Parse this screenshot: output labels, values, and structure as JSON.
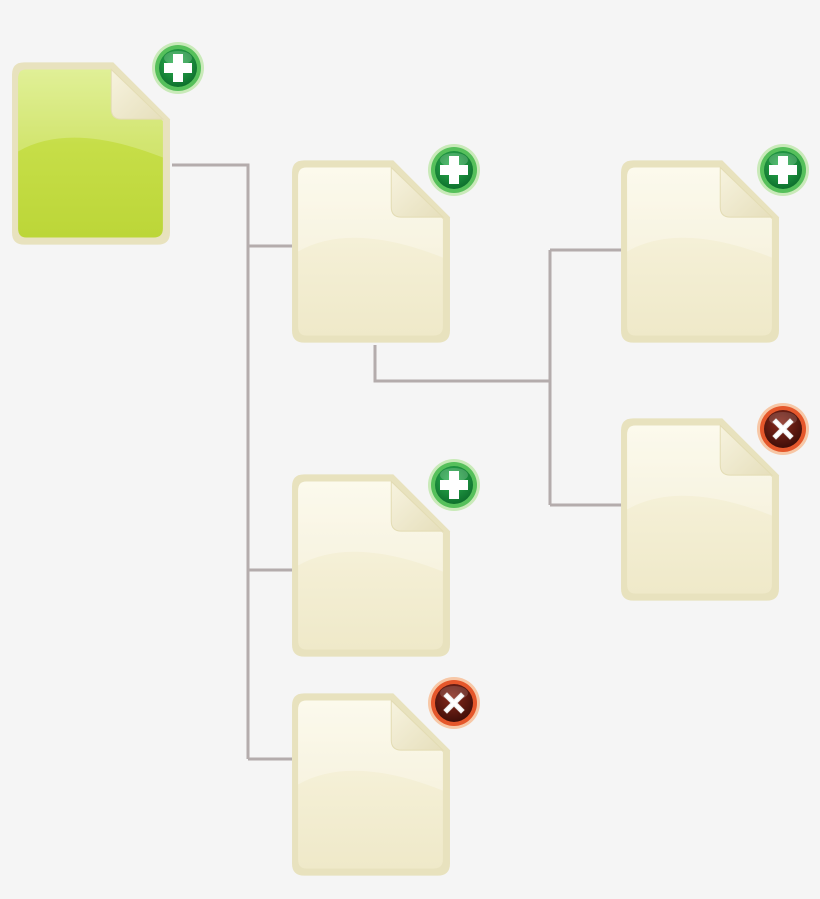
{
  "colors": {
    "background": "#f5f5f5",
    "connector": "#b4acac",
    "root_document": "#c3d941",
    "child_document": "#f0eacb",
    "document_border": "#e8e2be",
    "add_badge": "#1e9a3c",
    "remove_badge": "#e0552a"
  },
  "diagram": {
    "type": "document-tree",
    "nodes": [
      {
        "id": "root",
        "icon": "document-icon",
        "variant": "root",
        "parent": null,
        "badge": "add"
      },
      {
        "id": "child-1",
        "icon": "document-icon",
        "variant": "child",
        "parent": "root",
        "badge": "add"
      },
      {
        "id": "child-2",
        "icon": "document-icon",
        "variant": "child",
        "parent": "root",
        "badge": "add"
      },
      {
        "id": "child-3",
        "icon": "document-icon",
        "variant": "child",
        "parent": "root",
        "badge": "remove"
      },
      {
        "id": "grandchild-1",
        "icon": "document-icon",
        "variant": "child",
        "parent": "child-1",
        "badge": "add"
      },
      {
        "id": "grandchild-2",
        "icon": "document-icon",
        "variant": "child",
        "parent": "child-1",
        "badge": "remove"
      }
    ],
    "badges": {
      "add": {
        "icon": "plus-circle-icon"
      },
      "remove": {
        "icon": "close-circle-icon"
      }
    }
  }
}
